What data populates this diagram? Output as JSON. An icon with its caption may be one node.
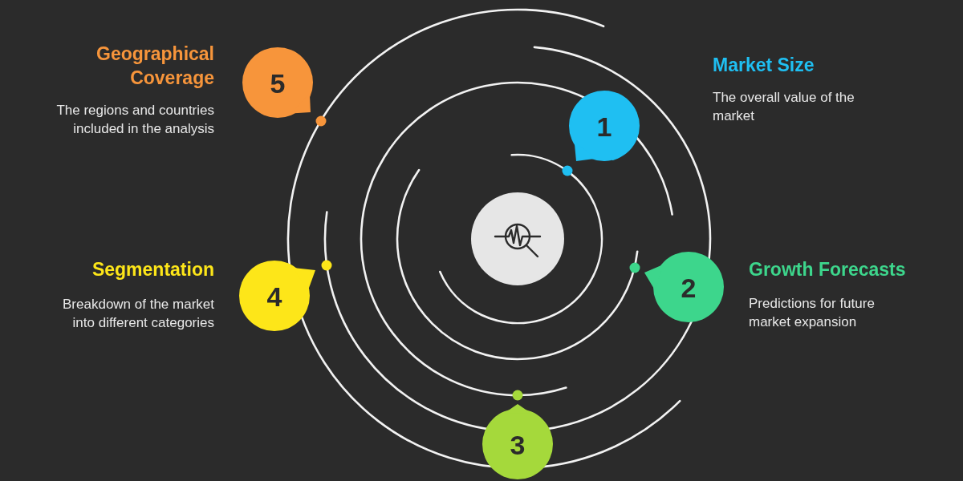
{
  "diagram": {
    "nodes": [
      {
        "text": [
          "1"
        ],
        "beside": [
          "Market Size",
          "The overall value of the market"
        ]
      },
      {
        "text": [
          "2"
        ],
        "beside": [
          "Growth Forecasts",
          "Predictions for future market expansion"
        ]
      },
      {
        "text": [
          "3"
        ]
      },
      {
        "text": [
          "4"
        ],
        "beside": [
          "Segmentation",
          "Breakdown of the market into different categories"
        ]
      },
      {
        "text": [
          "5"
        ],
        "beside": [
          "Geographical Coverage",
          "The regions and countries included in the analysis"
        ]
      }
    ]
  }
}
